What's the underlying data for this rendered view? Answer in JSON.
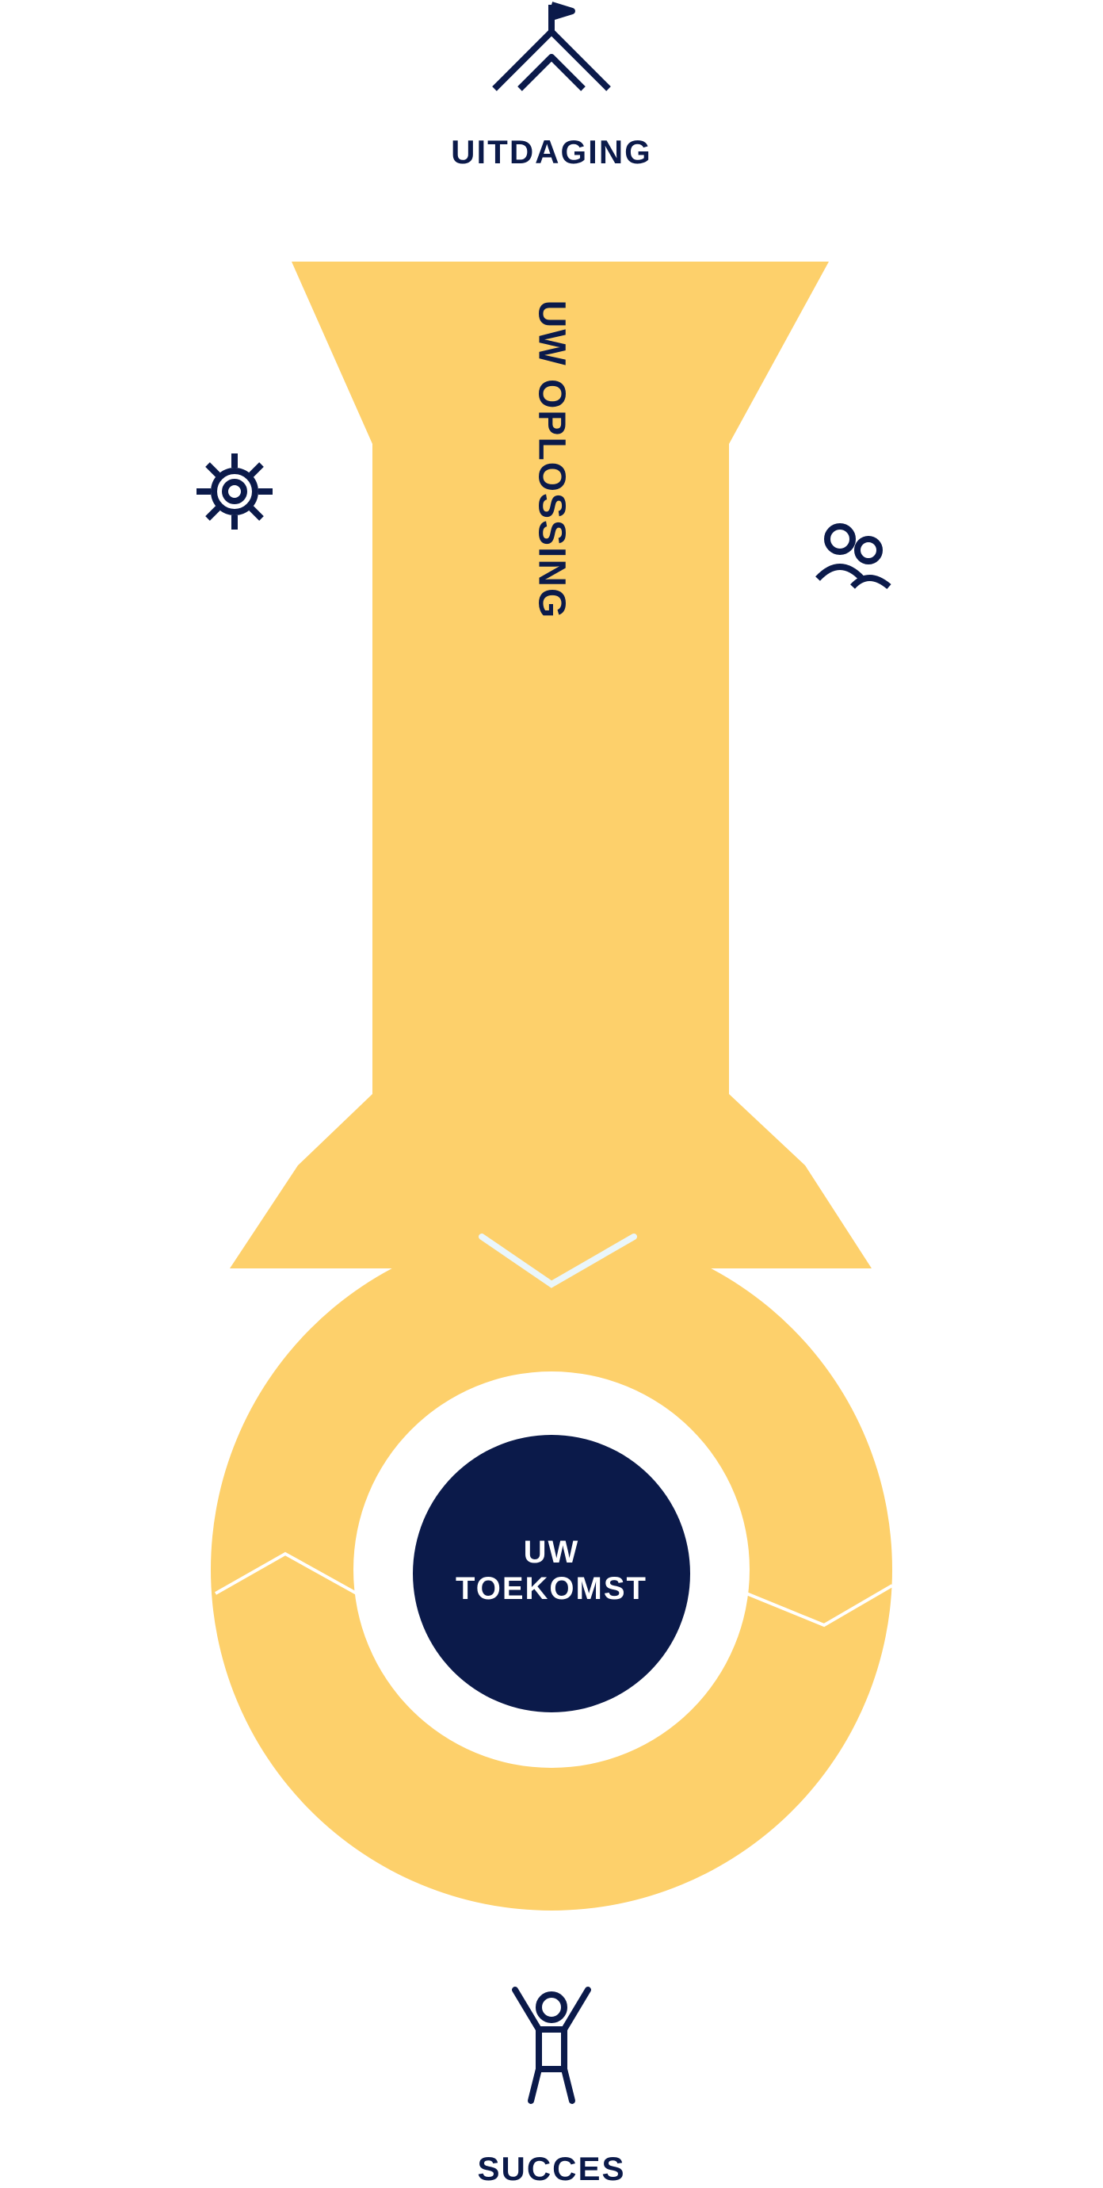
{
  "colors": {
    "primary_shape": "#fdd06b",
    "navy": "#0b1a4a",
    "background": "#ffffff",
    "separator": "#eaf6fb"
  },
  "top": {
    "icon": "mountain-flag-icon",
    "label": "UITDAGING"
  },
  "middle": {
    "vertical_label": "UW OPLOSSING",
    "left": {
      "icon": "gear-icon",
      "label": ""
    },
    "right": {
      "icon": "people-icon",
      "label": ""
    },
    "connector_icon": "chevron-down-icon"
  },
  "ring": {
    "center_label_line1": "UW",
    "center_label_line2": "TOEKOMST"
  },
  "bottom": {
    "icon": "celebrating-person-icon",
    "label": "SUCCES"
  }
}
